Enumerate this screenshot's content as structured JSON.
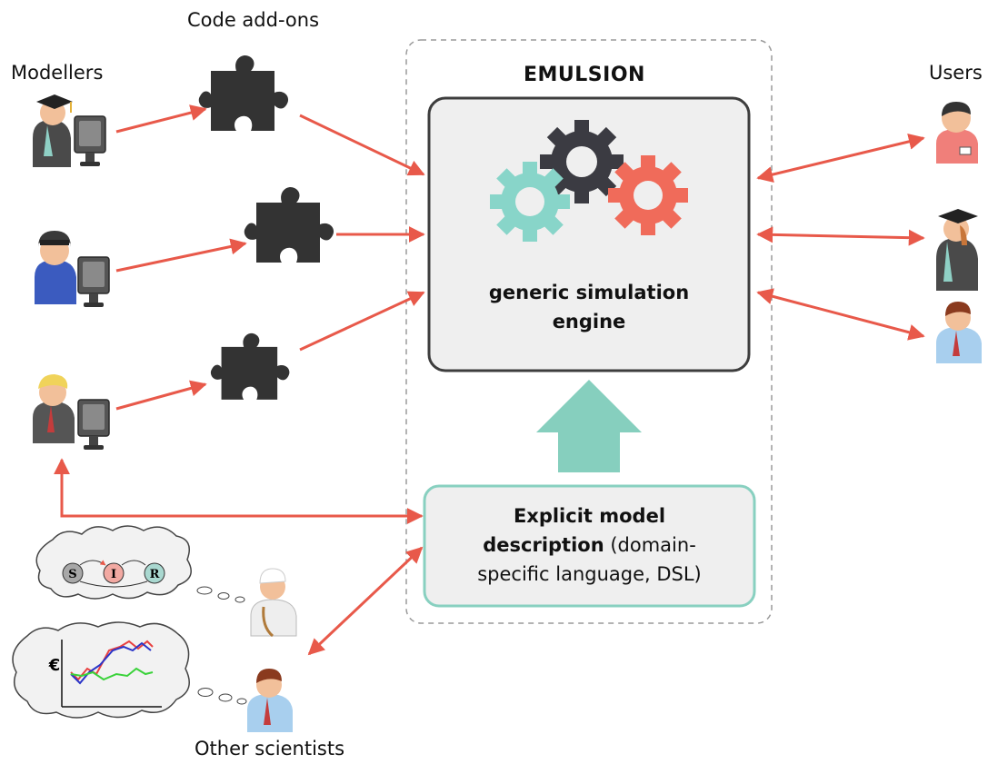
{
  "labels": {
    "code_addons": "Code add-ons",
    "modellers": "Modellers",
    "users": "Users",
    "other_scientists": "Other scientists"
  },
  "emulsion": {
    "title": "EMULSION",
    "engine_line1": "generic simulation",
    "engine_line2": "engine"
  },
  "dsl": {
    "line1_bold": "Explicit model",
    "line2_bold": "description",
    "line2_rest": " (domain-",
    "line3": "specific language, DSL)"
  },
  "sir": {
    "s": "S",
    "i": "I",
    "r": "R"
  },
  "euro": "€",
  "colors": {
    "arrow": "#e8594a",
    "gear_dark": "#3b3b42",
    "gear_red": "#f06b5a",
    "gear_teal": "#88d5c9",
    "box_border": "#3d3d3d",
    "box_fill": "#efefef",
    "dsl_border": "#88d0c0",
    "big_arrow": "#86cfbe"
  }
}
